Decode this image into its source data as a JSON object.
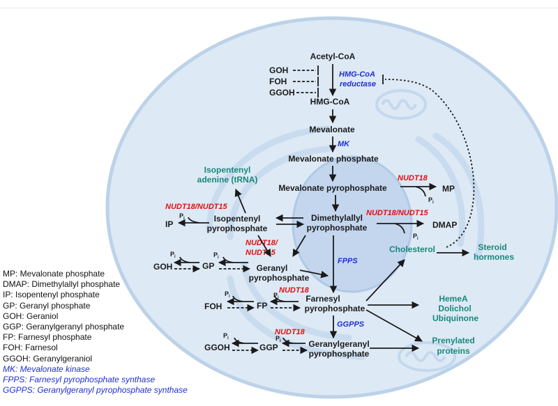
{
  "nodes": {
    "acetyl_coa": "Acetyl-CoA",
    "hmg_coa": "HMG-CoA",
    "mevalonate": "Mevalonate",
    "mevalonate_phosphate": "Mevalonate phosphate",
    "mevalonate_pyrophosphate": "Mevalonate pyrophosphate",
    "dimethylallyl_1": "Dimethylallyl",
    "dimethylallyl_2": "pyrophosphate",
    "isopentenyl_pp_1": "Isopentenyl",
    "isopentenyl_pp_2": "pyrophosphate",
    "geranyl_pp_1": "Geranyl",
    "geranyl_pp_2": "pyrophosphate",
    "farnesyl_pp_1": "Farnesyl",
    "farnesyl_pp_2": "pyrophosphate",
    "ggpp_1": "Geranylgeranyl",
    "ggpp_2": "pyrophosphate",
    "goh_top": "GOH",
    "foh_top": "FOH",
    "ggoh_top": "GGOH",
    "ip": "IP",
    "gp": "GP",
    "goh": "GOH",
    "fp": "FP",
    "foh": "FOH",
    "ggp": "GGP",
    "ggoh": "GGOH",
    "mp": "MP",
    "dmap": "DMAP",
    "pi": "P",
    "pi_sub": "i"
  },
  "enzymes": {
    "hmg_coa_reductase_1": "HMG-CoA",
    "hmg_coa_reductase_2": "reductase",
    "mk": "MK",
    "fpps": "FPPS",
    "ggpps": "GGPPS",
    "nudt18_mvpp": "NUDT18",
    "nudt18_15_dmapp": "NUDT18/NUDT15",
    "nudt18_15_ipp": "NUDT18/NUDT15",
    "nudt18_gpp_1": "NUDT18/",
    "nudt18_gpp_2": "NUDT15",
    "nudt18_fpp": "NUDT18",
    "nudt18_ggpp": "NUDT18"
  },
  "products": {
    "isopentenyl_adenine_1": "Isopentenyl",
    "isopentenyl_adenine_2": "adenine (tRNA)",
    "cholesterol": "Cholesterol",
    "steroid_1": "Steroid",
    "steroid_2": "hormones",
    "heme_1": "HemeA",
    "heme_2": "Dolichol",
    "heme_3": "Ubiquinone",
    "prenylated_1": "Prenylated",
    "prenylated_2": "proteins"
  },
  "legend": [
    {
      "text": "MP: Mevalonate phosphate",
      "style": "black"
    },
    {
      "text": "DMAP: Dimethylallyl phosphate",
      "style": "black"
    },
    {
      "text": "IP: Isopentenyl phosphate",
      "style": "black"
    },
    {
      "text": "GP: Geranyl phosphate",
      "style": "black"
    },
    {
      "text": "GOH: Geraniol",
      "style": "black"
    },
    {
      "text": "GGP: Geranylgeranyl phosphate",
      "style": "black"
    },
    {
      "text": "FP: Farnesyl phosphate",
      "style": "black"
    },
    {
      "text": "FOH: Farnesol",
      "style": "black"
    },
    {
      "text": "GGOH: Geranylgeraniol",
      "style": "black"
    },
    {
      "text": "MK: Mevalonate kinase",
      "style": "blue"
    },
    {
      "text": "FPPS: Farnesyl pyrophosphate synthase",
      "style": "blue"
    },
    {
      "text": "GGPPS: Geranylgeranyl pyrophosphate synthase",
      "style": "blue"
    }
  ],
  "colors": {
    "cell_fill": "#dde9f5",
    "cell_stroke": "#bcd2e8",
    "nucleus_fill": "#c3d6ee",
    "er_stroke": "#c9dbee",
    "enzyme_blue": "#1f2fd0",
    "enzyme_red": "#e01010",
    "product_teal": "#17897a"
  }
}
